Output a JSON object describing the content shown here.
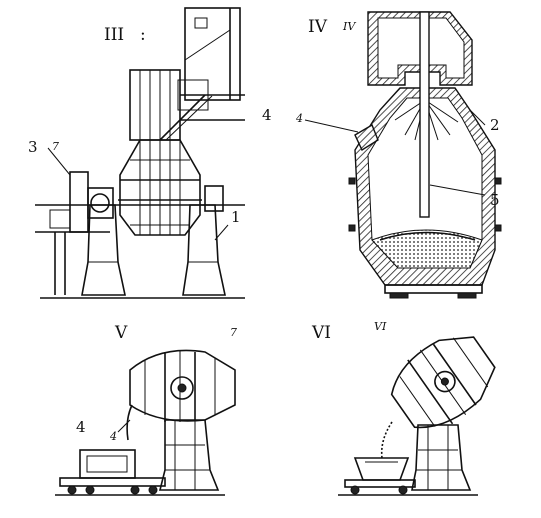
{
  "panels": {
    "iii": {
      "label": "III",
      "mark": ":"
    },
    "iv": {
      "label": "IV",
      "mark": "IV"
    },
    "v": {
      "label": "V",
      "mark": "7"
    },
    "vi": {
      "label": "VI",
      "mark": "VI"
    }
  },
  "callouts": {
    "c1": "1",
    "c2": "2",
    "c3": "3",
    "c4_top": "4",
    "c4_iv": "4",
    "c5": "5",
    "c4_v": "4",
    "c7_iii": "7",
    "c4_v_small": "4"
  },
  "colors": {
    "ink": "#111111",
    "paper": "#ffffff"
  }
}
